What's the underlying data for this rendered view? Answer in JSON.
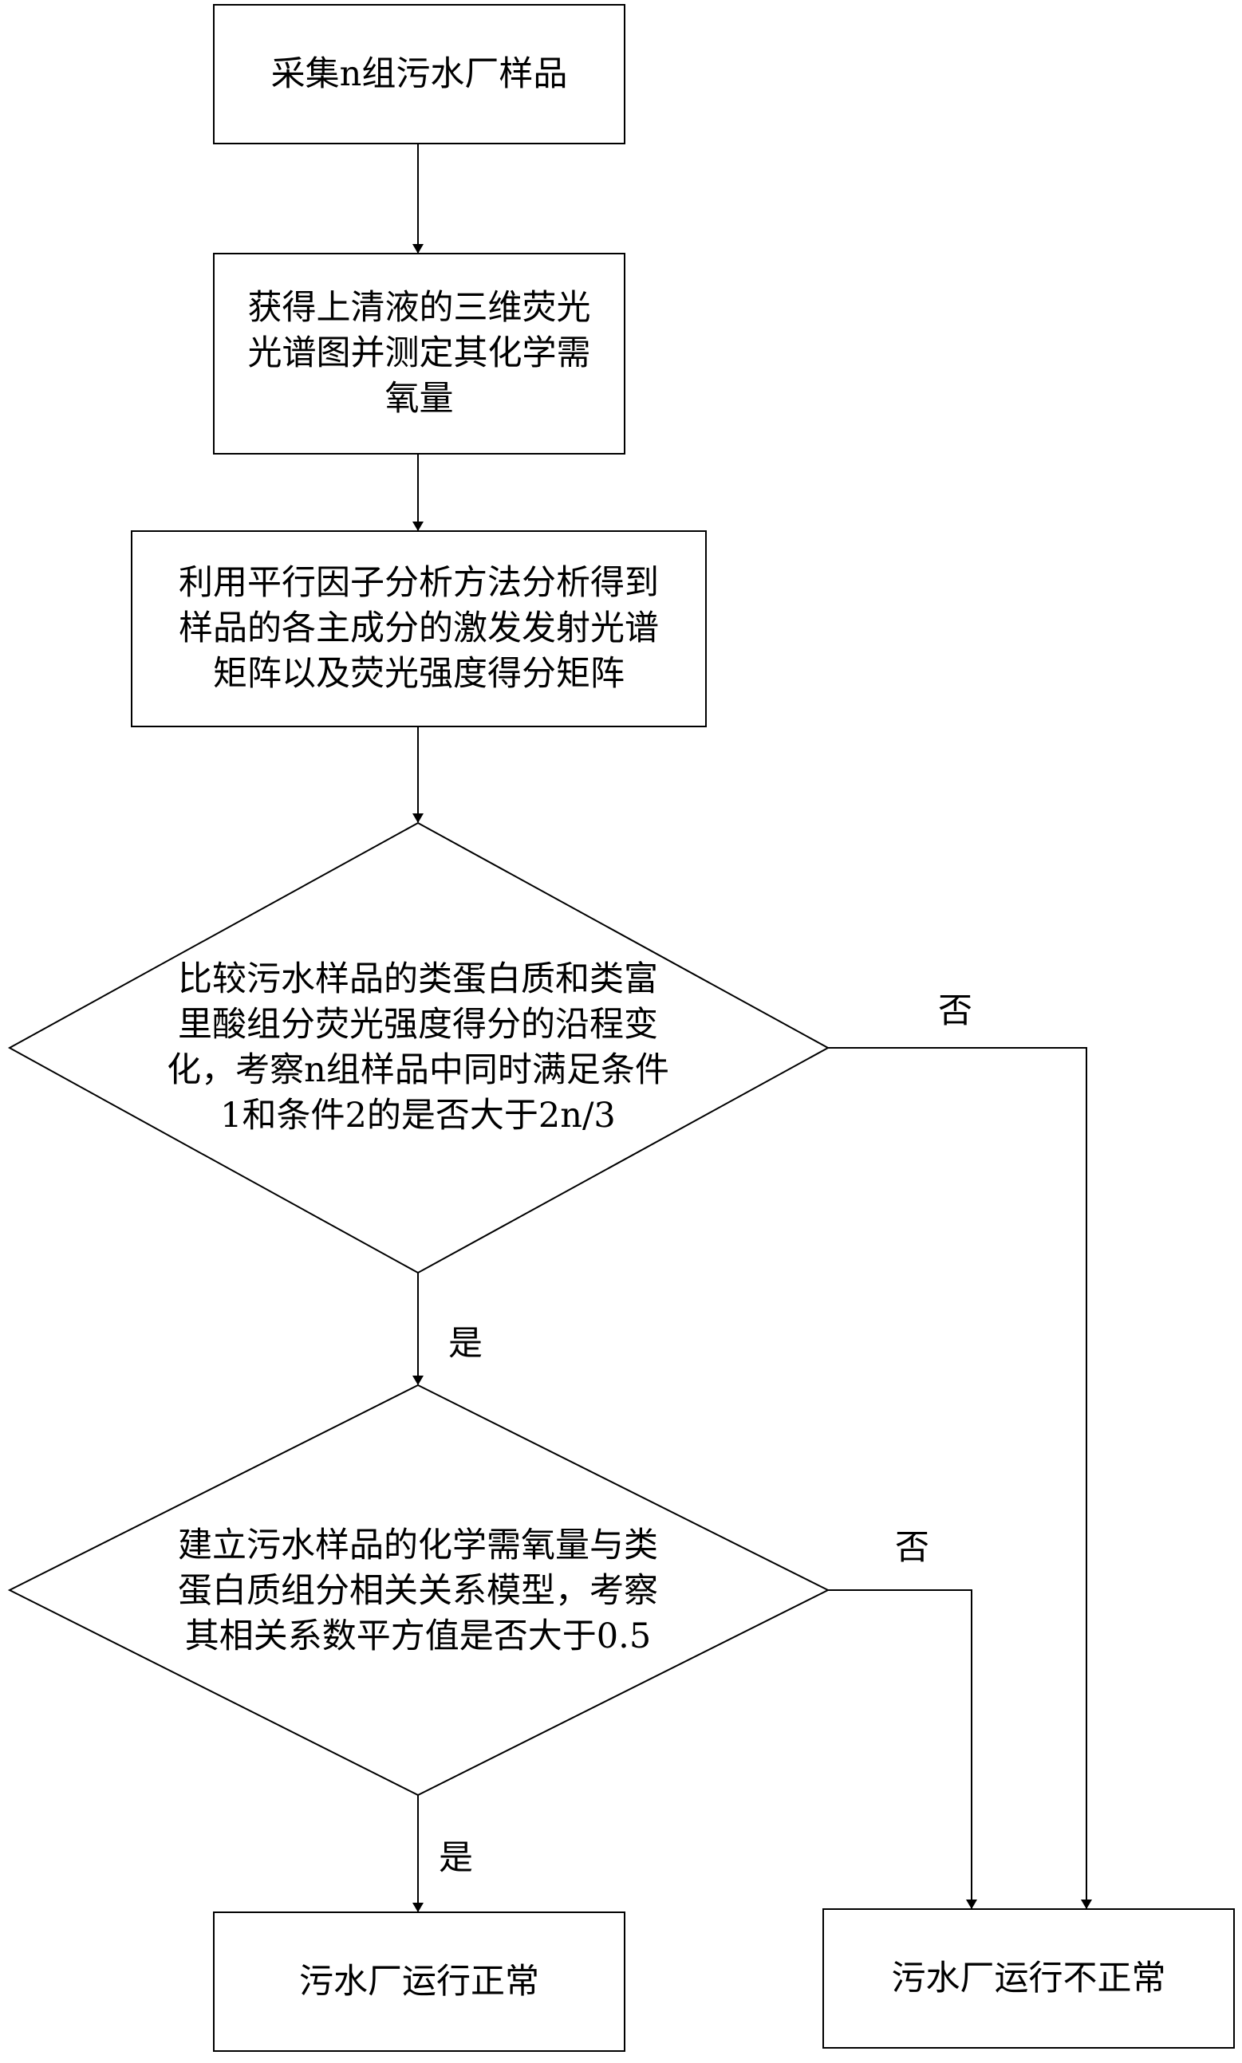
{
  "diagram": {
    "nodes": {
      "collect": "采集n组污水厂样品",
      "spectra": "获得上清液的三维荧光\n光谱图并测定其化学需\n氧量",
      "parafac": "利用平行因子分析方法分析得到\n样品的各主成分的激发发射光谱\n矩阵以及荧光强度得分矩阵",
      "decision1": "比较污水样品的类蛋白质和类富\n里酸组分荧光强度得分的沿程变\n化，考察n组样品中同时满足条件\n1和条件2的是否大于2n/3",
      "decision2": "建立污水样品的化学需氧量与类\n蛋白质组分相关关系模型，考察\n其相关系数平方值是否大于0.5",
      "normal": "污水厂运行正常",
      "abnormal": "污水厂运行不正常"
    },
    "edges": {
      "d1_yes": "是",
      "d1_no": "否",
      "d2_yes": "是",
      "d2_no": "否"
    },
    "line_color": "#000000"
  }
}
